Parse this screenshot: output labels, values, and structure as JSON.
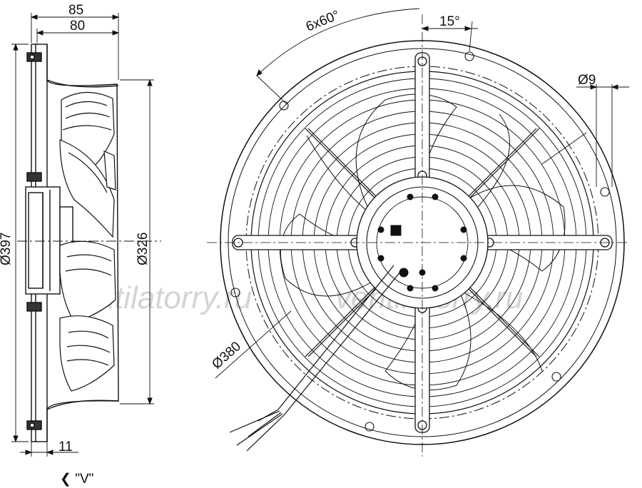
{
  "drawing": {
    "side_view": {
      "dim_overall_depth": "85",
      "dim_body_depth": "80",
      "dim_flange_diameter": "Ø397",
      "dim_nozzle_diameter": "Ø326",
      "dim_flange_thickness": "11",
      "view_marker": "❮ \"V\""
    },
    "front_view": {
      "dim_hole_pattern": "6x60°",
      "dim_angle_offset": "15°",
      "dim_hole_diameter": "Ø9",
      "dim_bolt_circle": "Ø380"
    },
    "watermark": "ventilatorry.ru"
  }
}
